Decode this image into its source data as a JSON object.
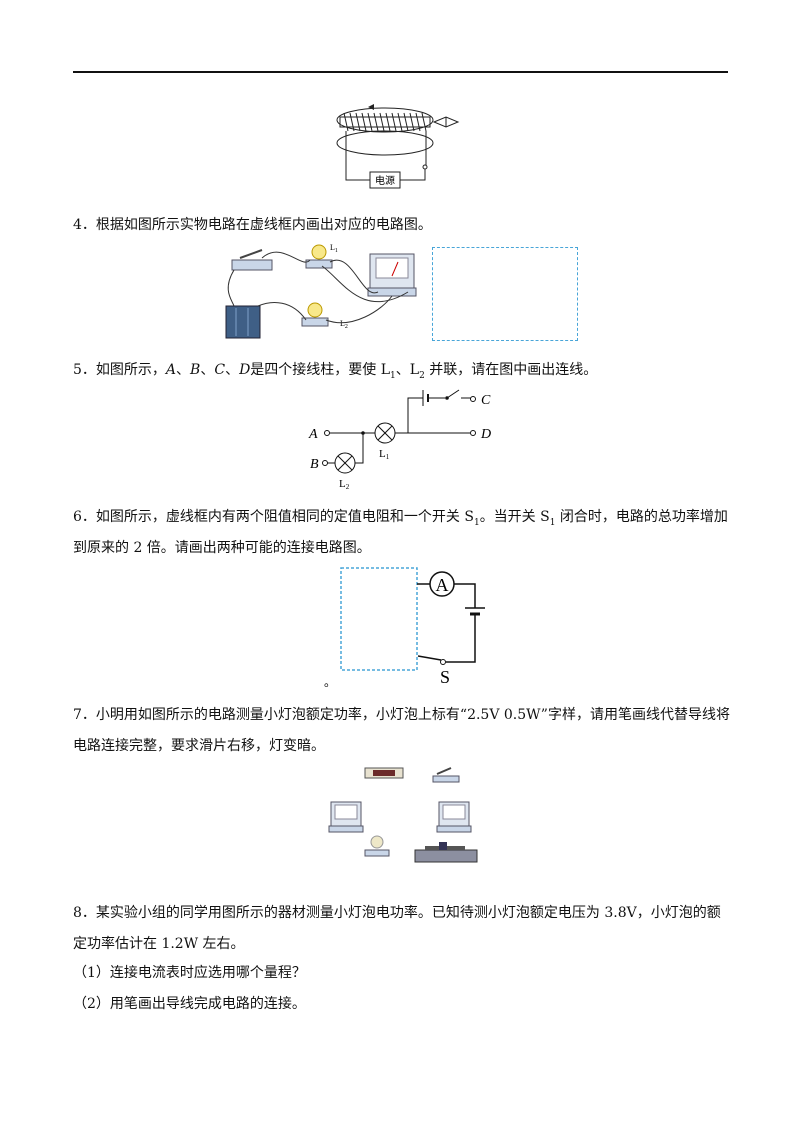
{
  "q4": {
    "text": "4．根据如图所示实物电路在虚线框内画出对应的电路图。",
    "label_L1": "L",
    "label_L1_sub": "1",
    "label_L2": "L",
    "label_L2_sub": "2"
  },
  "top_figure": {
    "label_power": "电源"
  },
  "q5": {
    "text_prefix": "5．如图所示，",
    "A": "A",
    "B": "B",
    "C": "C",
    "D": "D",
    "text_mid": "是四个接线柱，要使 L",
    "sub1": "1",
    "text_mid2": "、L",
    "sub2": "2",
    "text_suffix": " 并联，请在图中画出连线。",
    "sep": "、",
    "label_L": "L",
    "label_1": "1",
    "label_2": "2"
  },
  "q6": {
    "line1_a": "6．如图所示，虚线框内有两个阻值相同的定值电阻和一个开关 S",
    "line1_sub": "1",
    "line1_b": "。当开关 S",
    "line1_sub2": "1",
    "line1_c": " 闭合时，电路的总功率增加",
    "line2": "到原来的 2 倍。请画出两种可能的连接电路图。",
    "ammeter": "A",
    "switch": "S",
    "dot": "。"
  },
  "q7": {
    "line1": "7．小明用如图所示的电路测量小灯泡额定功率，小灯泡上标有“2.5V 0.5W”字样，请用笔画线代替导线将",
    "line2": "电路连接完整，要求滑片右移，灯变暗。"
  },
  "q8": {
    "line1": "8．某实验小组的同学用图所示的器材测量小灯泡电功率。已知待测小灯泡额定电压为 3.8V，小灯泡的额",
    "line2": "定功率估计在 1.2W 左右。",
    "sub1": "（1）连接电流表时应选用哪个量程？",
    "sub2": "（2）用笔画出导线完成电路的连接。"
  }
}
